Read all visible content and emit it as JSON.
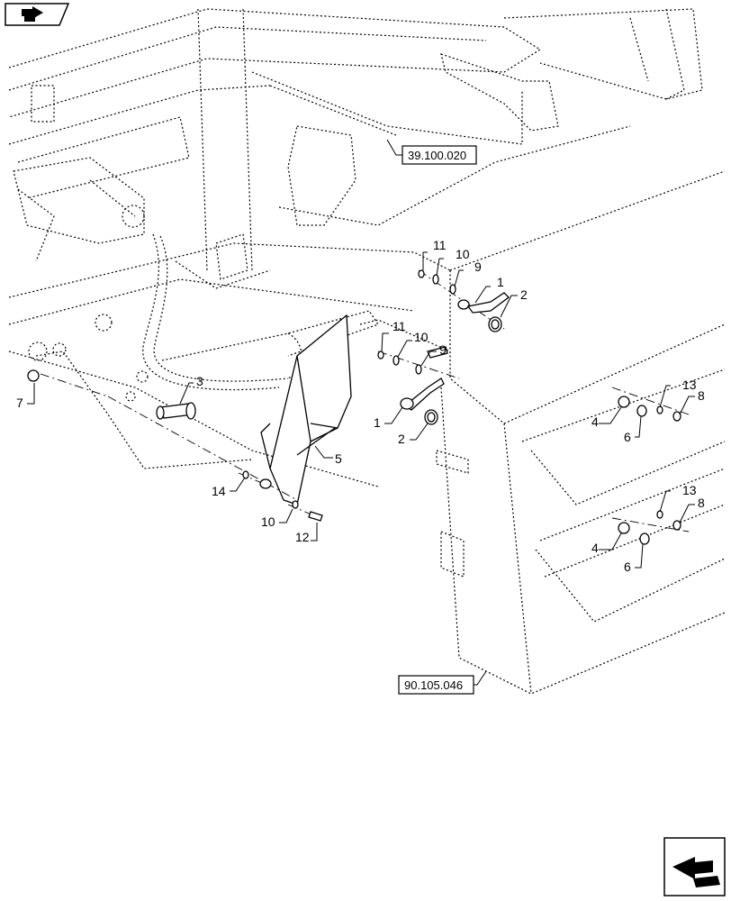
{
  "callouts": {
    "c1a": "1",
    "c2a": "2",
    "c9a": "9",
    "c10a": "10",
    "c11a": "11",
    "c1b": "1",
    "c2b": "2",
    "c9b": "9",
    "c10b": "10",
    "c11b": "11",
    "c3": "3",
    "c5": "5",
    "c7": "7",
    "c14": "14",
    "c10c": "10",
    "c12": "12",
    "c4a": "4",
    "c6a": "6",
    "c13a": "13",
    "c8a": "8",
    "c4b": "4",
    "c6b": "6",
    "c13b": "13",
    "c8b": "8"
  },
  "references": {
    "top": "39.100.020",
    "bottom": "90.105.046"
  },
  "icons": {
    "prev": "previous-page-icon",
    "next": "next-page-icon"
  }
}
